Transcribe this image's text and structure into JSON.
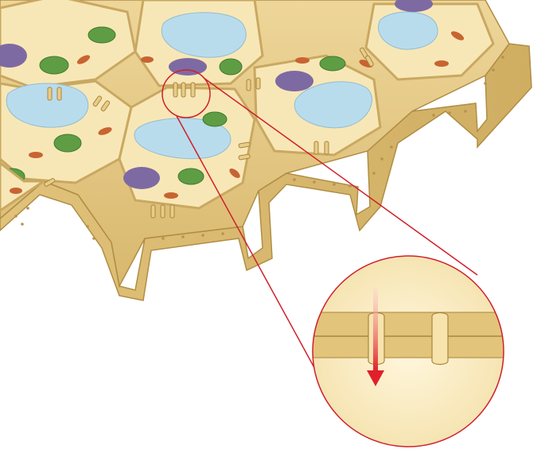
{
  "diagram": {
    "subject": "plant-cells-plasmodesmata",
    "colors": {
      "background": "#ffffff",
      "wall_fill": "#e9cf86",
      "wall_side": "#d6b56a",
      "cytoplasm": "#f8e7b6",
      "vacuole": "#b9dcec",
      "nucleus": "#7e6aa2",
      "chloroplast": "#5f9d45",
      "mitochondrion": "#c76432",
      "callout": "#d0202a",
      "arrow": "#e0202a"
    },
    "icons": [
      "plant-cell-tissue",
      "zoom-callout-circle",
      "plasmodesma-channel",
      "flow-arrow"
    ]
  }
}
